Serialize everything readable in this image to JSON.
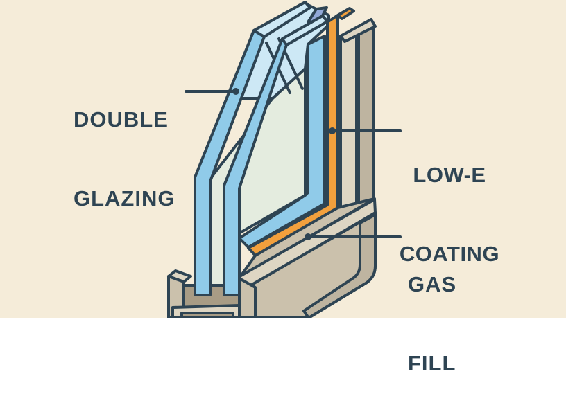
{
  "diagram": {
    "subject": "double-glazed window cutaway",
    "labels": {
      "double_glazing": {
        "line1": "DOUBLE",
        "line2": "GLAZING"
      },
      "low_e_coating": {
        "line1": "LOW-E",
        "line2": "COATING"
      },
      "gas_fill": {
        "line1": "GAS",
        "line2": "FILL"
      }
    }
  },
  "colors": {
    "background": "#f5ecd9",
    "outline": "#2e4453",
    "text": "#2e4453",
    "glass_edge_blue": "#90cbe9",
    "glass_bevel_light": "#cde8f5",
    "glass_face": "#e4ecdf",
    "spacer_periwinkle": "#92a9d8",
    "low_e_orange": "#f2a03d",
    "frame_light": "#ded6c3",
    "frame_mid": "#cbc1ac",
    "frame_dark": "#a89c85",
    "frame_side": "#beb4a0"
  }
}
